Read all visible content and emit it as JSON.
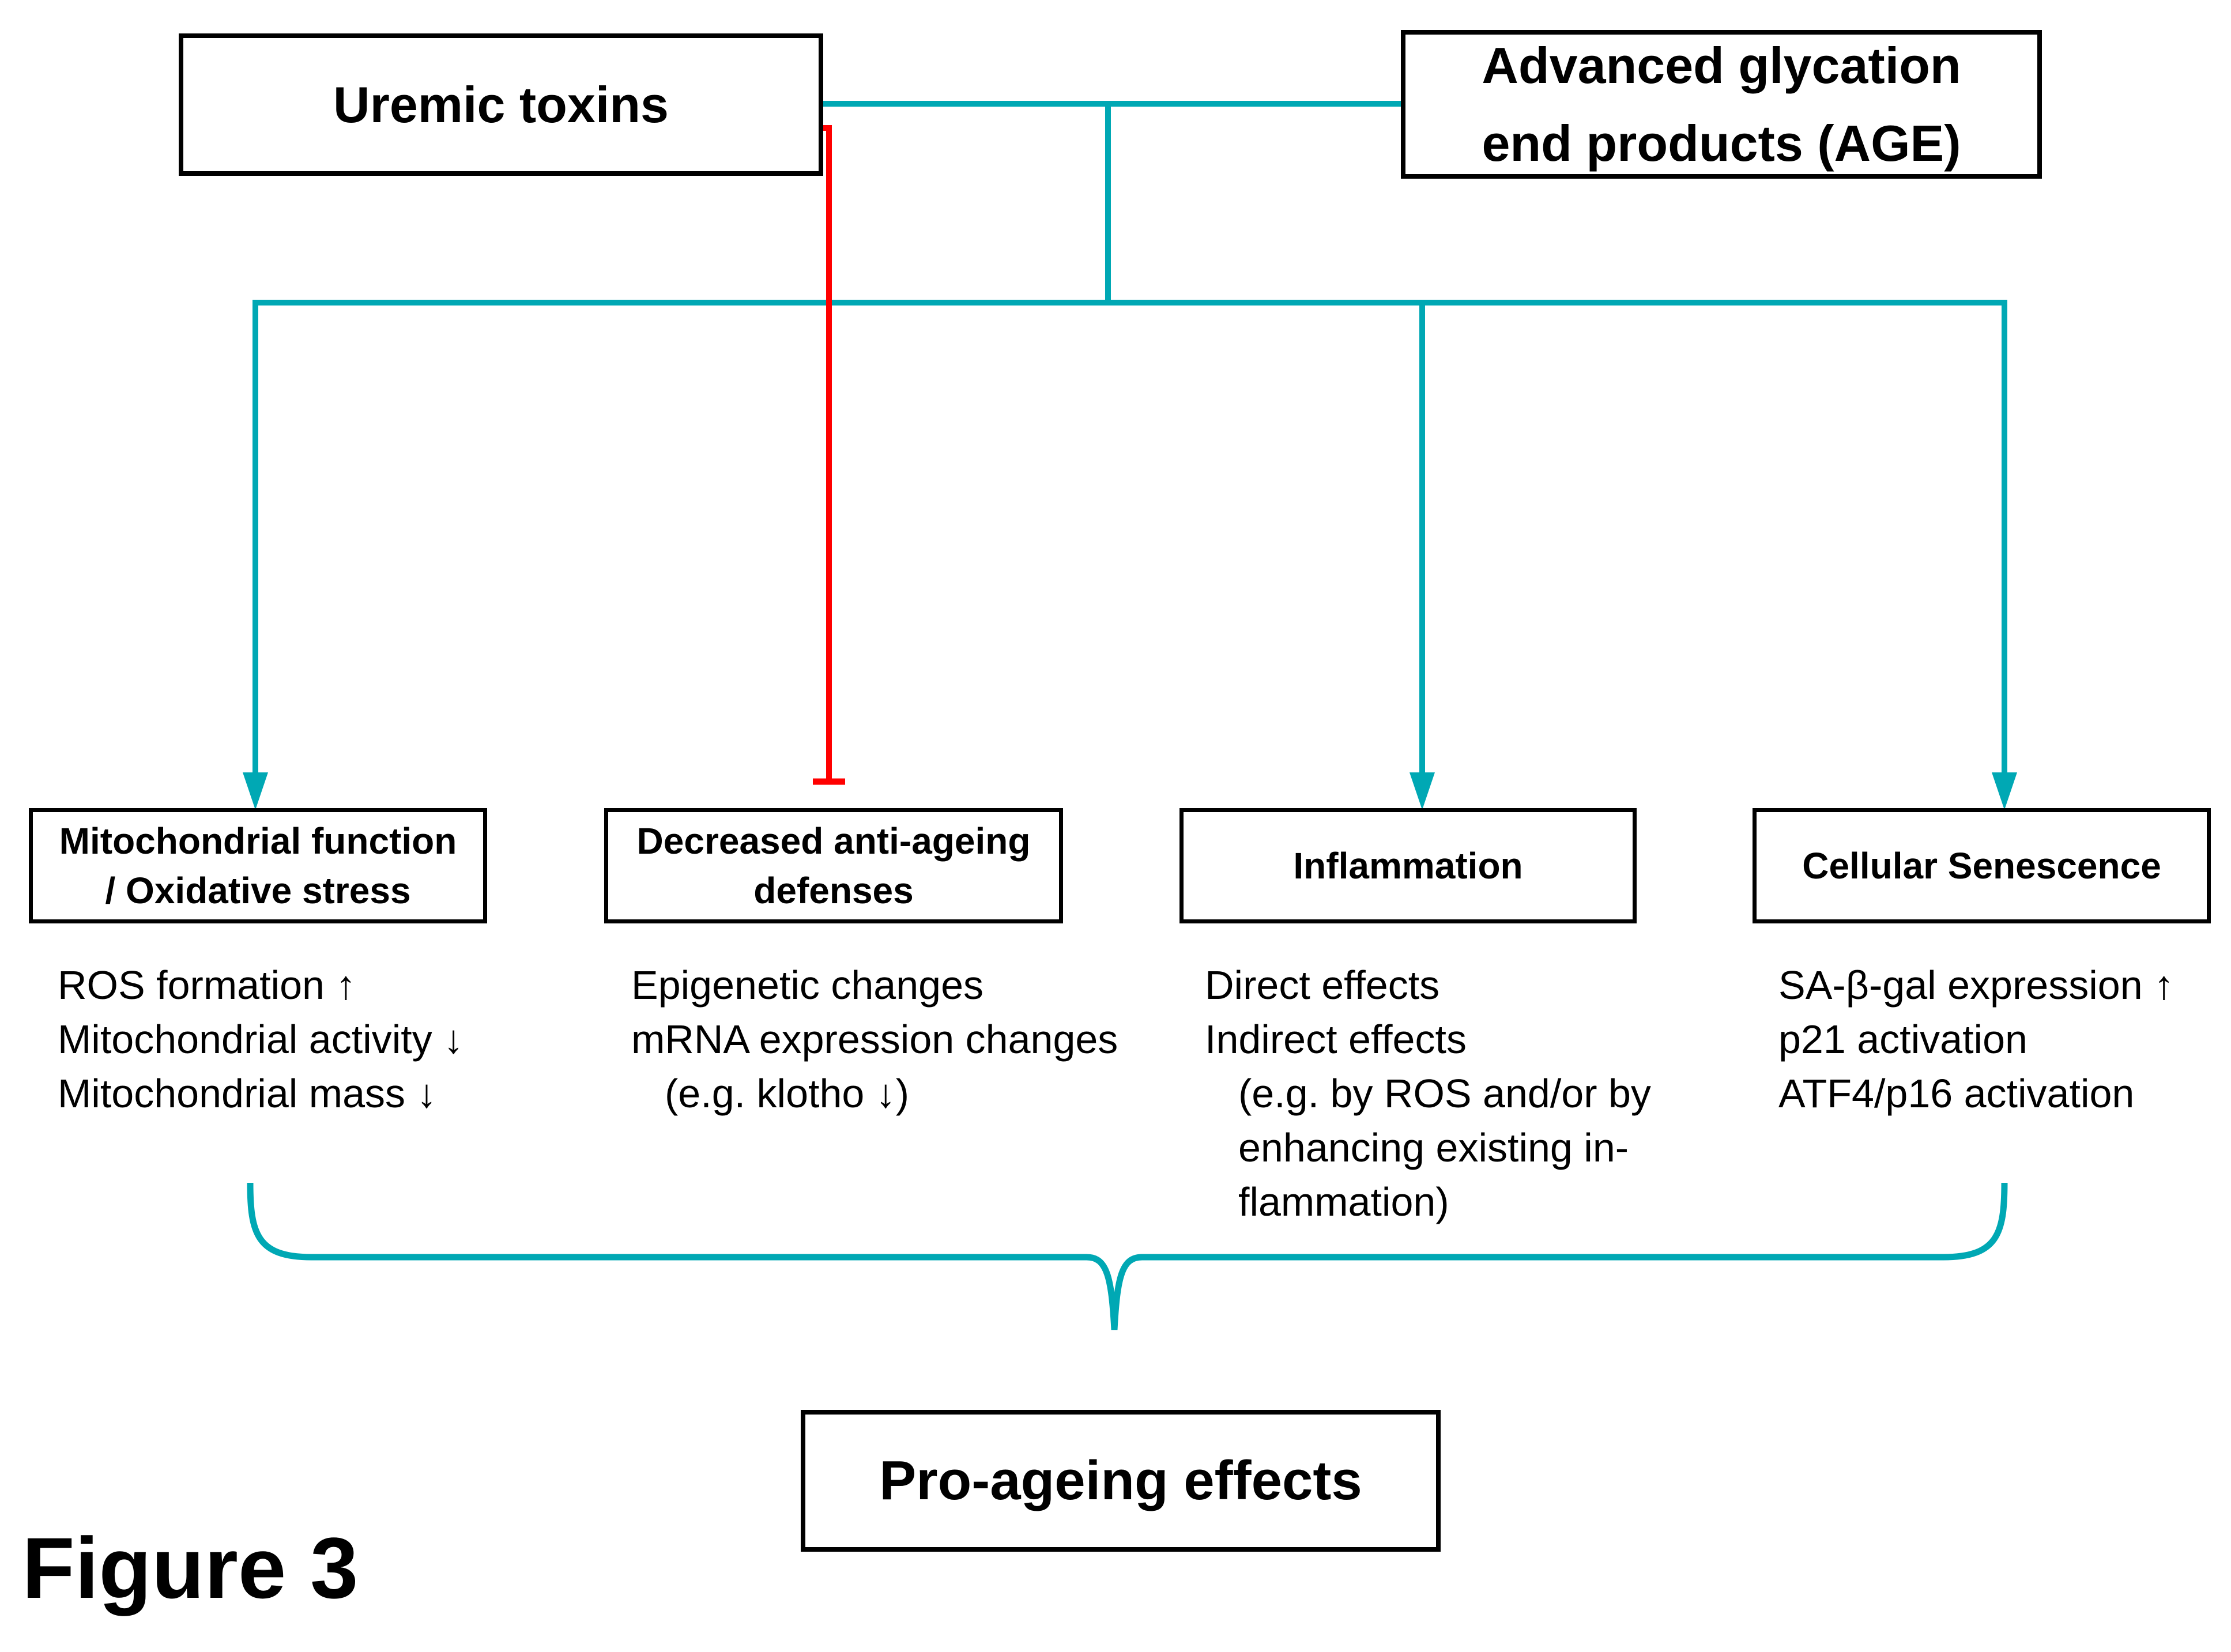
{
  "figure_label": "Figure 3",
  "colors": {
    "connector_teal": "#00A8B4",
    "inhibition_red": "#FF0000",
    "box_border_black": "#000000",
    "background": "#ffffff"
  },
  "sources": {
    "uremic": {
      "label": "Uremic toxins"
    },
    "age": {
      "line1": "Advanced glycation",
      "line2": "end products (AGE)"
    }
  },
  "pathways": [
    {
      "title1": "Mitochondrial function",
      "title2": "/ Oxidative stress",
      "items": [
        "ROS formation ↑",
        "Mitochondrial activity ↓",
        "Mitochondrial mass ↓"
      ]
    },
    {
      "title1": "Decreased anti-ageing",
      "title2": "defenses",
      "items": [
        "Epigenetic changes",
        "mRNA expression changes",
        "(e.g. klotho ↓)"
      ]
    },
    {
      "title1": "Inflammation",
      "items": [
        "Direct effects",
        "Indirect effects",
        "(e.g. by ROS and/or by",
        "enhancing existing in-",
        "flammation)"
      ]
    },
    {
      "title1": "Cellular Senescence",
      "items": [
        "SA-β-gal expression ↑",
        "p21 activation",
        "ATF4/p16 activation"
      ]
    }
  ],
  "outcome": {
    "label": "Pro-ageing effects"
  }
}
